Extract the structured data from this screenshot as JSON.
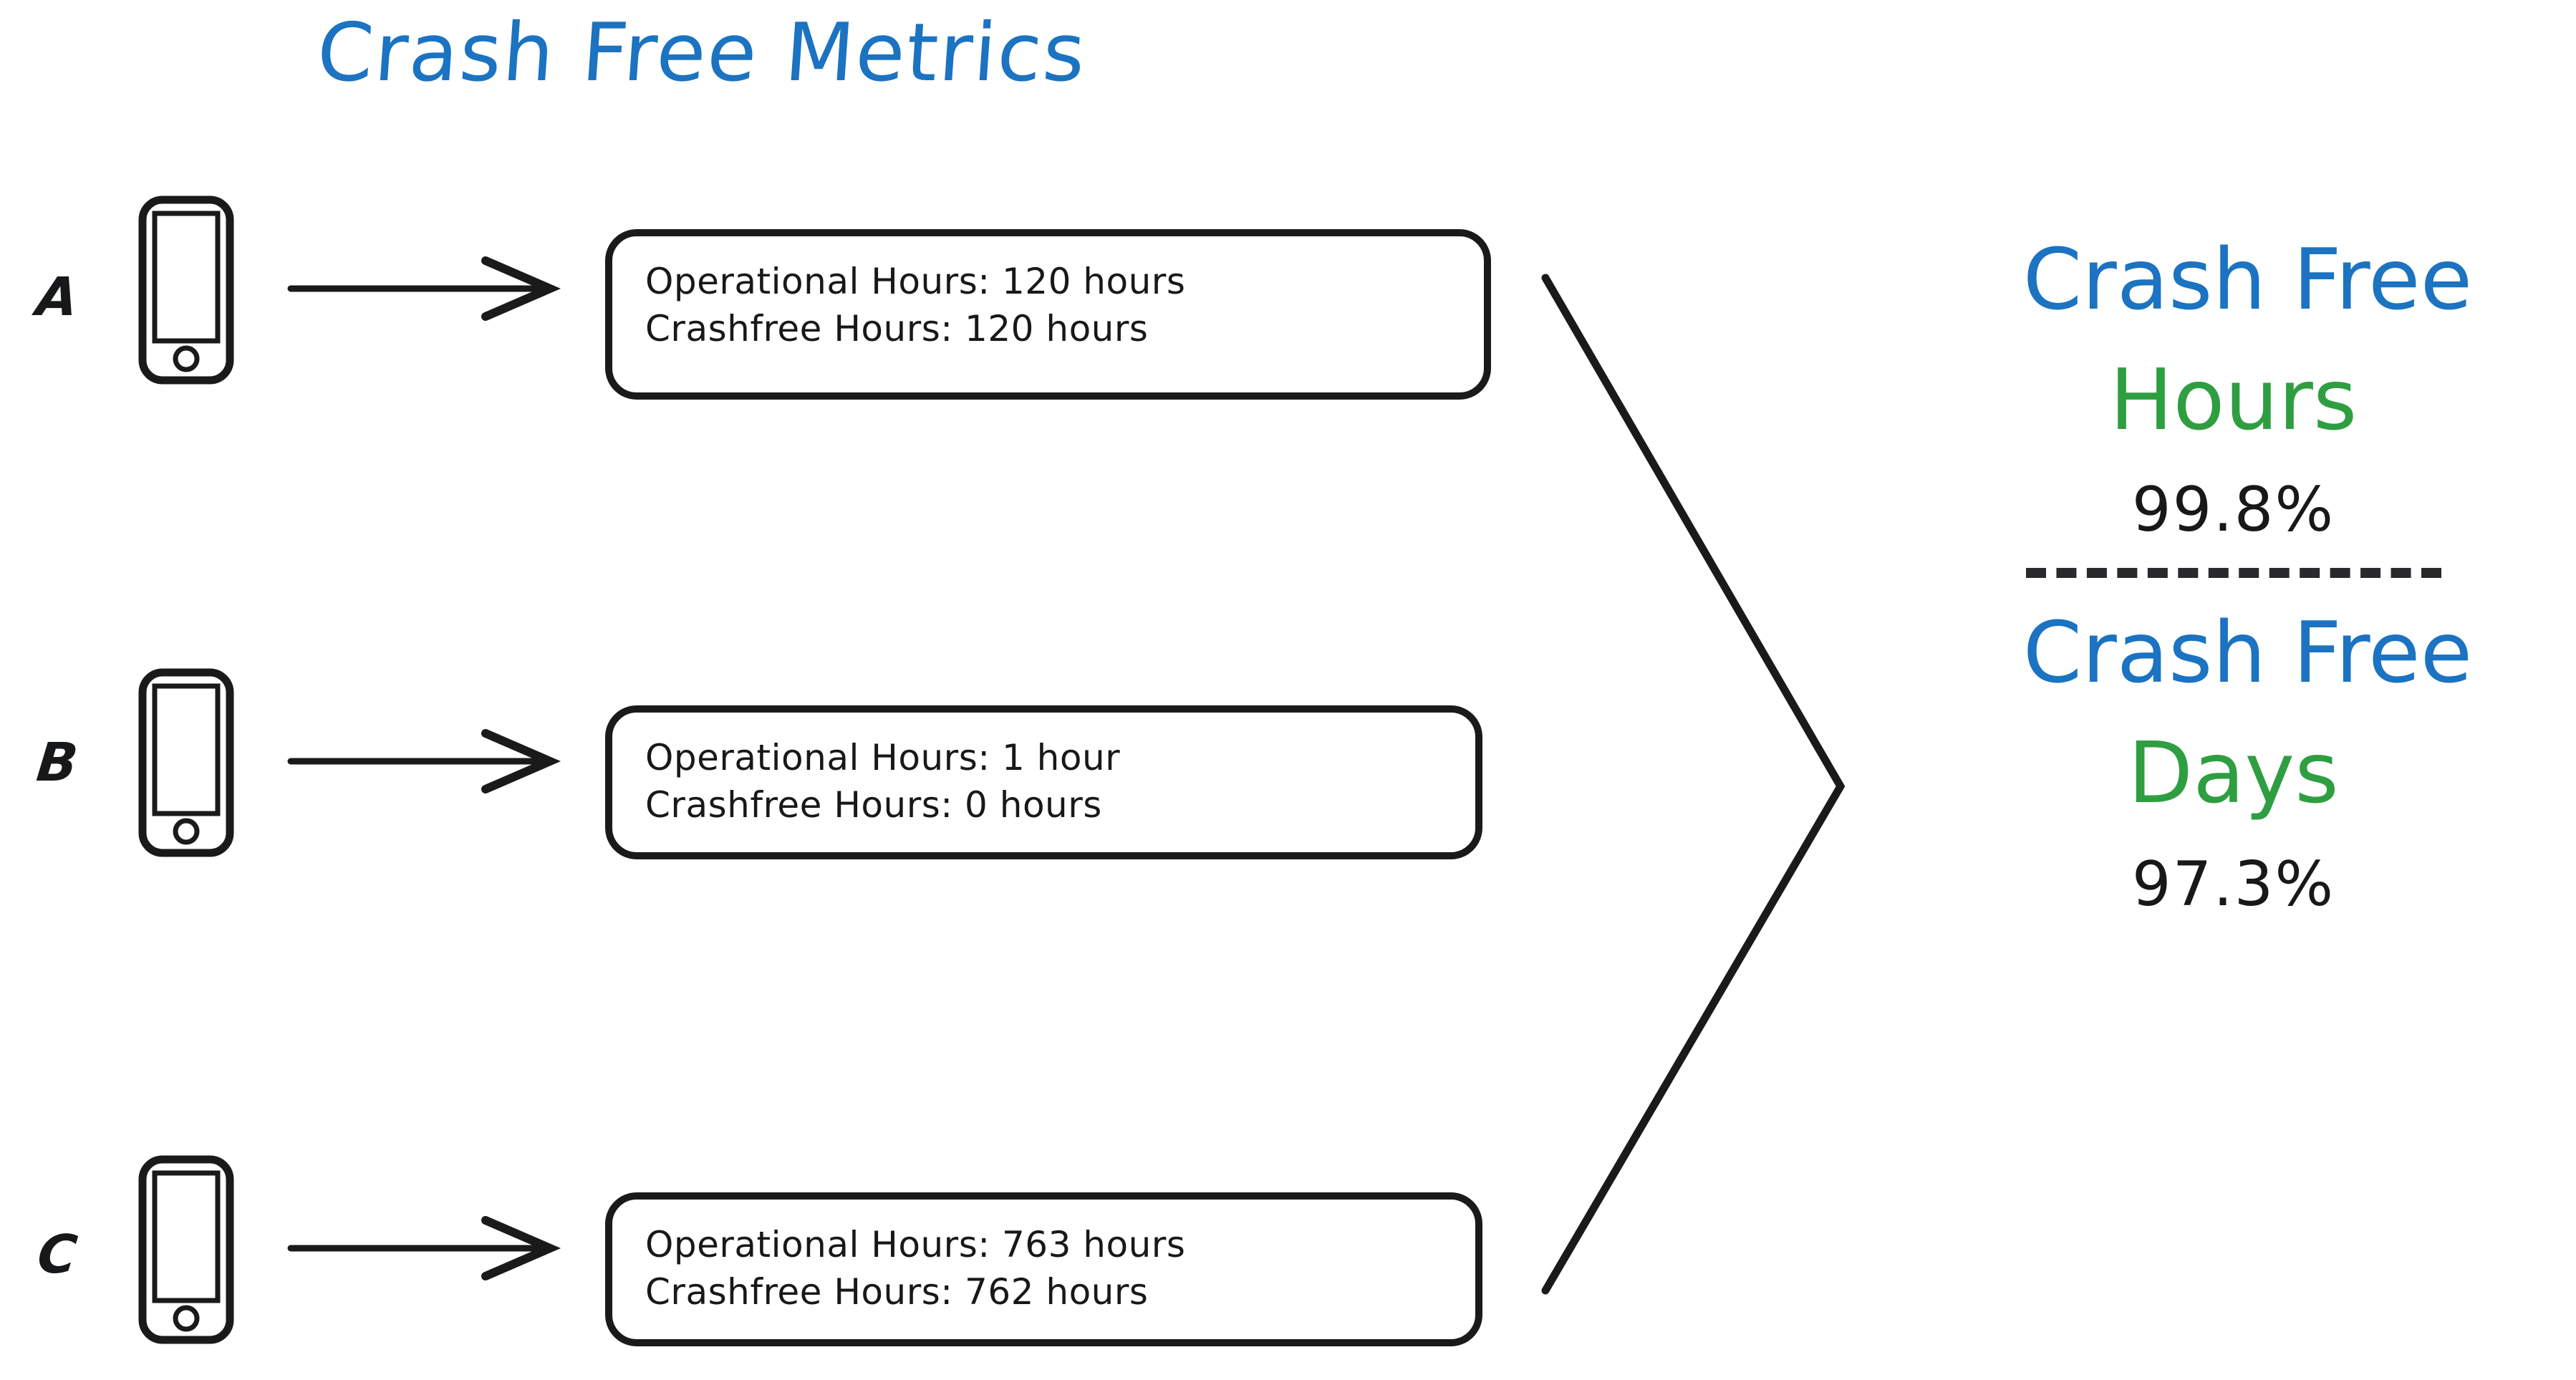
{
  "page": {
    "title": "Crash Free Metrics",
    "background_color": "#ffffff",
    "ink_color": "#17181a",
    "accent_blue": "#1b73c1",
    "accent_green": "#2f9e41"
  },
  "devices": [
    {
      "label": "A",
      "icon": "mobile-phone-icon",
      "arrow": "right-arrow-icon",
      "box": {
        "line1": "Operational Hours: 120 hours",
        "line2": "Crashfree Hours: 120 hours"
      }
    },
    {
      "label": "B",
      "icon": "mobile-phone-icon",
      "arrow": "right-arrow-icon",
      "box": {
        "line1": "Operational Hours: 1 hour",
        "line2": "Crashfree Hours: 0 hours"
      }
    },
    {
      "label": "C",
      "icon": "mobile-phone-icon",
      "arrow": "right-arrow-icon",
      "box": {
        "line1": "Operational Hours: 763 hours",
        "line2": "Crashfree Hours: 762 hours"
      }
    }
  ],
  "bracket": {
    "icon": "merge-bracket-icon"
  },
  "results": {
    "crash_free_hours": {
      "heading_primary": "Crash Free",
      "heading_secondary": "Hours",
      "value": "99.8%"
    },
    "divider": "dashed-divider",
    "crash_free_days": {
      "heading_primary": "Crash Free",
      "heading_secondary": "Days",
      "value": "97.3%"
    }
  }
}
